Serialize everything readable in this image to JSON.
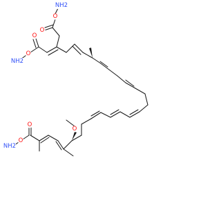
{
  "structure": {
    "atoms": [
      {
        "id": "o_carbonyl_left",
        "label": "O"
      },
      {
        "id": "o_ester_left",
        "label": "O"
      },
      {
        "id": "nh2_left",
        "label": "NH2"
      },
      {
        "id": "o_methoxy",
        "label": "O"
      },
      {
        "id": "o_carbonyl_right_top",
        "label": "O"
      },
      {
        "id": "o_ester_right_top",
        "label": "O"
      },
      {
        "id": "nh2_right_top",
        "label": "NH2"
      },
      {
        "id": "o_carbonyl_right_bottom",
        "label": "O"
      },
      {
        "id": "o_ester_right_bottom",
        "label": "O"
      },
      {
        "id": "nh2_right_bottom",
        "label": "NH2"
      }
    ],
    "stereo_wedge_bonds": [
      "methoxy-stereocenter",
      "methyl-stereocenter"
    ],
    "colors": {
      "bond": "#1a1a1a",
      "oxygen": "#ff0d0d",
      "nitrogen": "#3050f8"
    }
  }
}
